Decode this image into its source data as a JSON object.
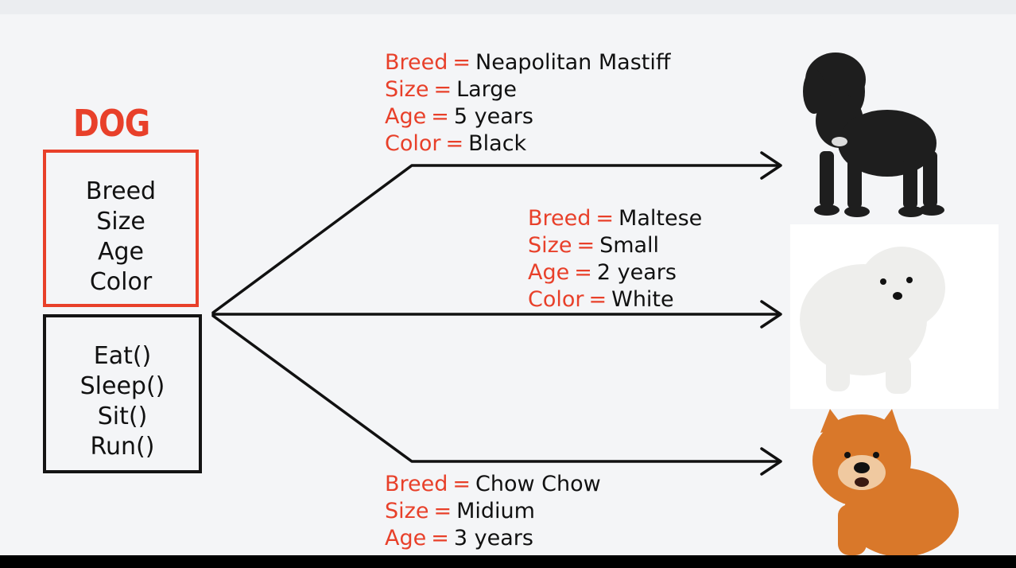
{
  "class": {
    "title": "DOG",
    "attributes": [
      "Breed",
      "Size",
      "Age",
      "Color"
    ],
    "methods": [
      "Eat()",
      "Sleep()",
      "Sit()",
      "Run()"
    ]
  },
  "instances": [
    {
      "id": "mastiff",
      "props": [
        {
          "key": "Breed",
          "eq": "=",
          "value": "Neapolitan Mastiff"
        },
        {
          "key": "Size",
          "eq": "=",
          "value": "Large"
        },
        {
          "key": "Age",
          "eq": "=",
          "value": "5 years"
        },
        {
          "key": "Color",
          "eq": "=",
          "value": "Black"
        }
      ],
      "coat_color": "#1e1e1e"
    },
    {
      "id": "maltese",
      "props": [
        {
          "key": "Breed",
          "eq": "=",
          "value": "Maltese"
        },
        {
          "key": "Size",
          "eq": "=",
          "value": "Small"
        },
        {
          "key": "Age",
          "eq": "=",
          "value": "2 years"
        },
        {
          "key": "Color",
          "eq": "=",
          "value": "White"
        }
      ],
      "coat_color": "#f7f7f5"
    },
    {
      "id": "chow",
      "props": [
        {
          "key": "Breed",
          "eq": "=",
          "value": "Chow Chow"
        },
        {
          "key": "Size",
          "eq": "=",
          "value": "Midium"
        },
        {
          "key": "Age",
          "eq": "=",
          "value": "3 years"
        }
      ],
      "coat_color": "#d9782a"
    }
  ],
  "colors": {
    "accent": "#e8402a",
    "ink": "#111111",
    "background": "#f4f5f7"
  }
}
